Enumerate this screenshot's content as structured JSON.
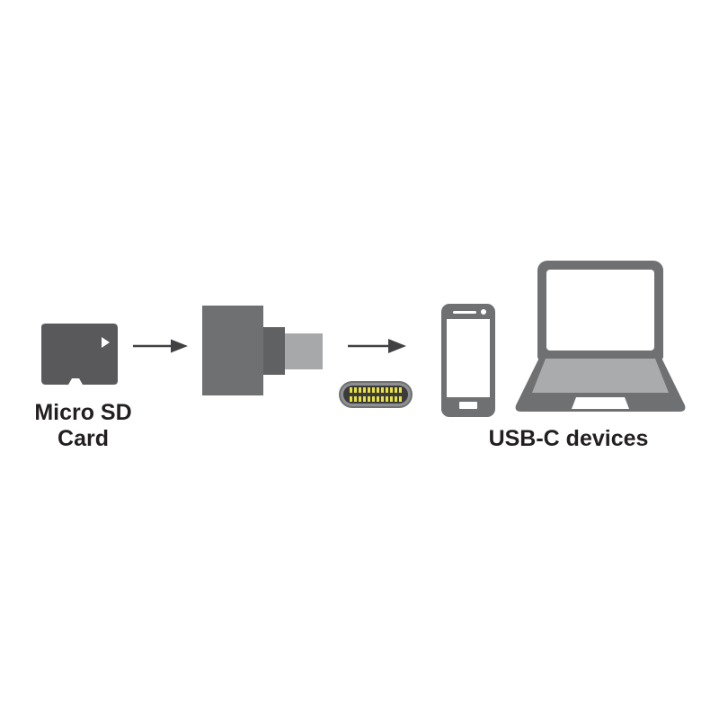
{
  "diagram": {
    "type": "product-connectivity-diagram",
    "background_color": "#ffffff",
    "flow_description": "Micro SD Card -> adapter/reader -> USB-C devices",
    "labels": {
      "left": "Micro SD\nCard",
      "right": "USB-C devices"
    },
    "nodes": [
      {
        "id": "micro-sd-card",
        "name": "Micro SD Card",
        "icon": "microsd-card-icon",
        "color": "#59595b",
        "accent_color": "#ffffff",
        "marker": "triangle-right"
      },
      {
        "id": "card-reader-adapter",
        "name": "Micro SD to USB-C card reader adapter",
        "icon": "usb-card-reader-icon",
        "body_color": "#6e7072",
        "neck_color": "#5f6163",
        "tip_color": "#a6a8aa"
      },
      {
        "id": "usb-c-connector",
        "name": "USB-C connector",
        "icon": "usb-c-plug-icon",
        "shell_color": "#8e9092",
        "shell_border_color": "#6e7072",
        "cavity_color": "#3b3b3d",
        "pin_color": "#e8e33c",
        "pin_rows": 2,
        "pins_per_row": 12
      },
      {
        "id": "smartphone",
        "name": "Smartphone",
        "icon": "smartphone-icon",
        "color": "#6e7072",
        "screen_color": "#ffffff"
      },
      {
        "id": "laptop",
        "name": "Laptop",
        "icon": "laptop-icon",
        "color": "#6e7072",
        "screen_color": "#ffffff",
        "keyboard_color": "#a9abad",
        "trackpad_color": "#ffffff"
      }
    ],
    "arrows": [
      {
        "id": "arrow-1",
        "name": "flow-arrow-card-to-adapter",
        "color": "#414042",
        "direction": "right"
      },
      {
        "id": "arrow-2",
        "name": "flow-arrow-adapter-to-devices",
        "color": "#414042",
        "direction": "right"
      }
    ]
  }
}
